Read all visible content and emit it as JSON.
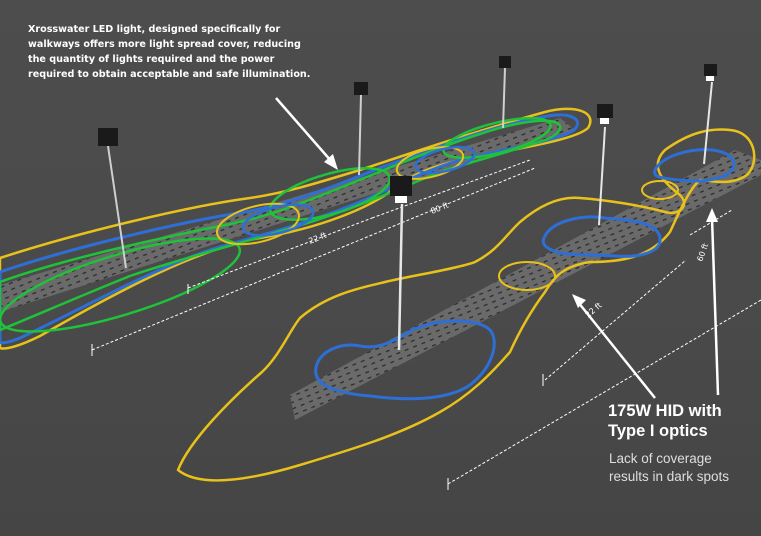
{
  "led_caption": {
    "lines": [
      "Xrosswater LED light, designed specifically for",
      "walkways offers more light spread cover, reducing",
      "the quantity of lights required and the power",
      "required to obtain acceptable and safe illumination."
    ]
  },
  "hid_caption": {
    "title_lines": [
      "175W HID with",
      "Type I optics"
    ],
    "subtitle_lines": [
      "Lack of coverage",
      "results in dark spots"
    ]
  },
  "dimensions": {
    "left_width": "22 ft",
    "left_spacing": "80 ft",
    "right_width": "22 ft",
    "right_spacing": "60 ft"
  },
  "colors": {
    "background": "#4a4a4a",
    "contour_yellow": "#e8c21a",
    "contour_blue": "#2e6fd6",
    "contour_green": "#1fc23a",
    "walkway": "#6a6a6a",
    "text": "#ffffff"
  }
}
